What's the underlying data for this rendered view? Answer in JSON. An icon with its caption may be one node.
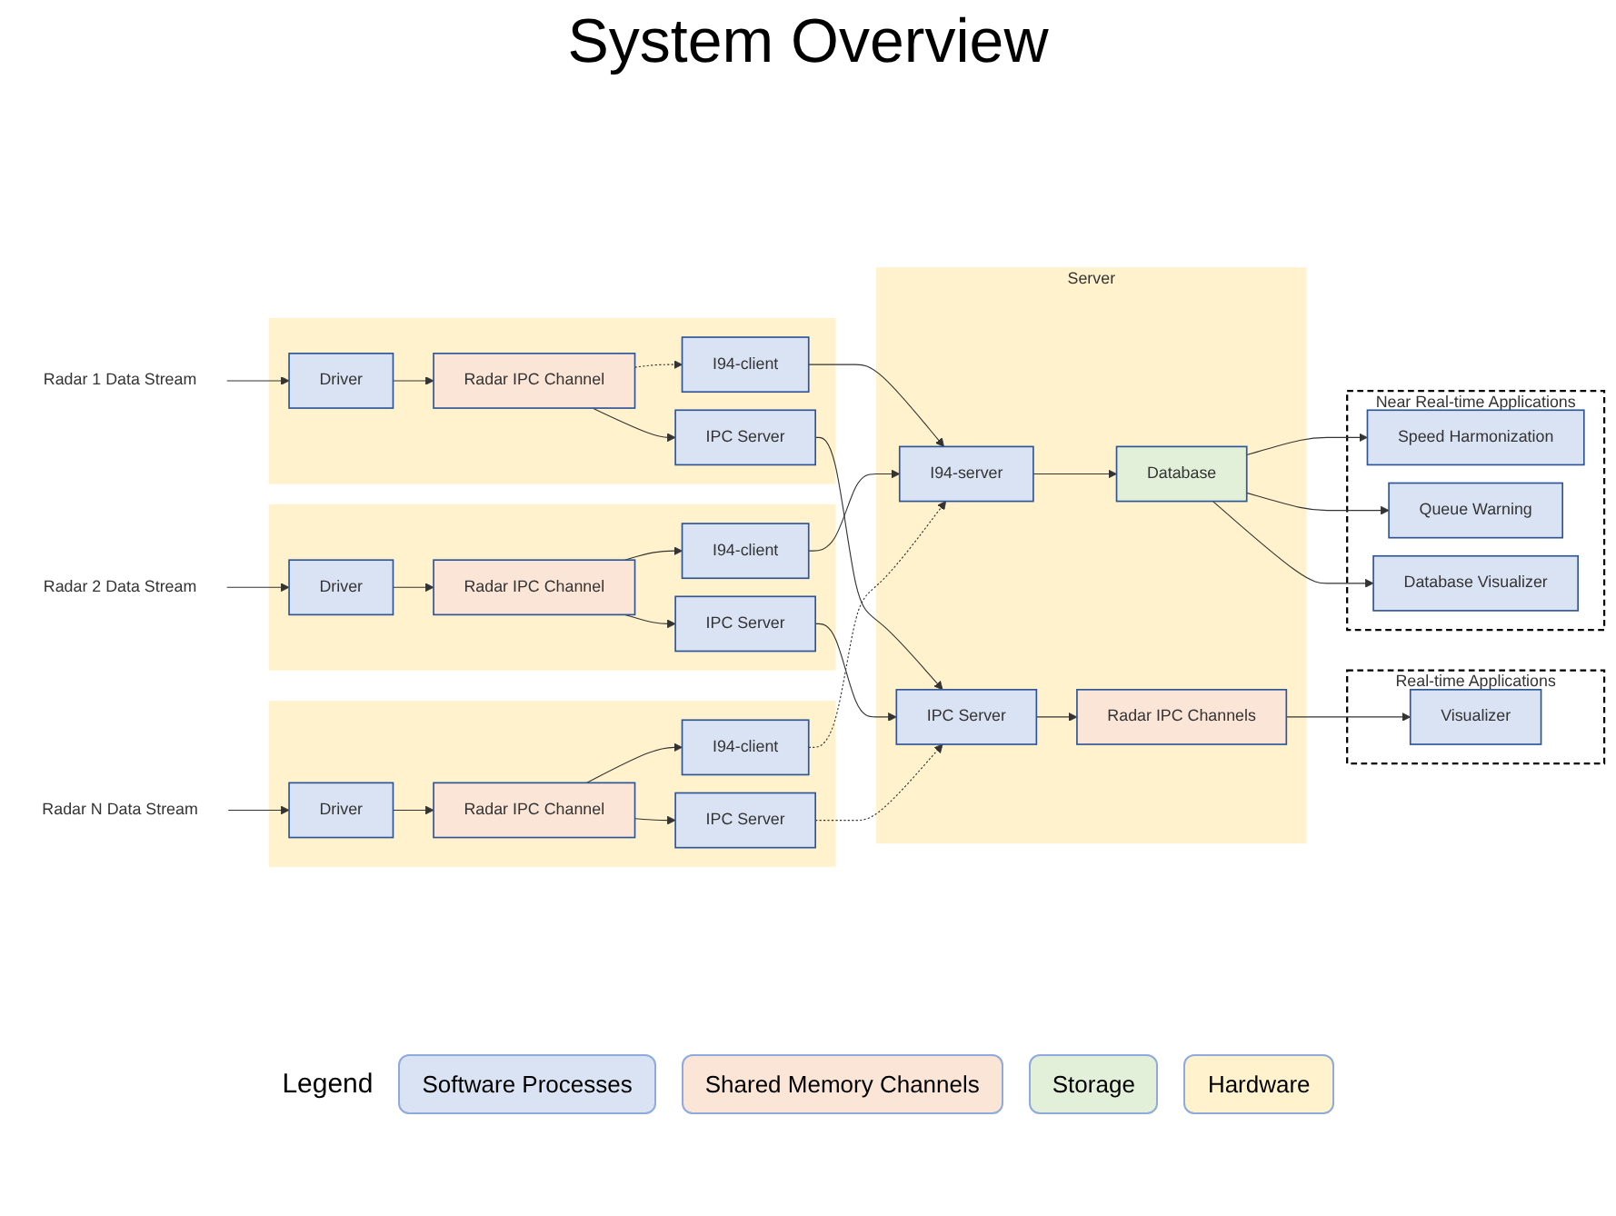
{
  "diagram": {
    "title": "System Overview",
    "nodes": [
      {
        "text": [
          "Radar 1 Data Stream"
        ]
      },
      {
        "text": [],
        "shape": "box"
      },
      {
        "text": [
          "Driver"
        ],
        "in": 1
      },
      {
        "text": [
          "Radar IPC Channel"
        ],
        "in": 1
      },
      {
        "text": [
          "IPC Server"
        ],
        "in": 1
      },
      {
        "text": [
          "I94-client"
        ],
        "in": 1
      },
      {
        "text": [
          "Radar 2 Data Stream"
        ]
      },
      {
        "text": [],
        "shape": "box"
      },
      {
        "text": [
          "Driver"
        ],
        "in": 7
      },
      {
        "text": [
          "Radar IPC Channel"
        ],
        "in": 7
      },
      {
        "text": [
          "IPC Server"
        ],
        "in": 7
      },
      {
        "text": [
          "I94-client"
        ],
        "in": 7
      },
      {
        "text": [
          "Radar N Data Stream"
        ]
      },
      {
        "text": [],
        "shape": "box"
      },
      {
        "text": [
          "Driver"
        ],
        "in": 13
      },
      {
        "text": [
          "Radar IPC Channel"
        ],
        "in": 13
      },
      {
        "text": [
          "IPC Server"
        ],
        "in": 13
      },
      {
        "text": [
          "I94-client"
        ],
        "in": 13
      },
      {
        "text": [
          "Real-time Applications"
        ]
      },
      {
        "text": [
          "Visualizer"
        ],
        "in": 18
      },
      {
        "text": [
          "Server"
        ]
      },
      {
        "text": [
          "IPC Server"
        ],
        "in": 20
      },
      {
        "text": [
          "Radar IPC Channels"
        ],
        "in": 20
      },
      {
        "text": [
          "I94-server"
        ],
        "in": 20
      },
      {
        "text": [
          "Database"
        ],
        "in": 20
      },
      {
        "text": [
          "Near Real-time Applications"
        ]
      },
      {
        "text": [
          "Speed Harmonization"
        ],
        "in": 25
      },
      {
        "text": [
          "Queue Warning"
        ],
        "in": 25
      },
      {
        "text": [
          "Database Visualizer"
        ],
        "in": 25
      }
    ],
    "edges": [
      {
        "from": 0,
        "to": 2,
        "arrow": "to"
      },
      {
        "from": 2,
        "to": 3,
        "arrow": "to"
      },
      {
        "from": 3,
        "to": 4,
        "arrow": "to"
      },
      {
        "from": 3,
        "to": 5,
        "arrow": "to",
        "style": "dashed"
      },
      {
        "from": 6,
        "to": 8,
        "arrow": "to"
      },
      {
        "from": 8,
        "to": 9,
        "arrow": "to"
      },
      {
        "from": 9,
        "to": 10,
        "arrow": "to"
      },
      {
        "from": 9,
        "to": 11,
        "arrow": "to"
      },
      {
        "from": 12,
        "to": 14,
        "arrow": "to"
      },
      {
        "from": 14,
        "to": 15,
        "arrow": "to"
      },
      {
        "from": 15,
        "to": 16,
        "arrow": "to"
      },
      {
        "from": 15,
        "to": 17,
        "arrow": "to"
      },
      {
        "from": 4,
        "to": 21,
        "arrow": "to"
      },
      {
        "from": 5,
        "to": 23,
        "arrow": "to"
      },
      {
        "from": 10,
        "to": 21,
        "arrow": "to"
      },
      {
        "from": 11,
        "to": 23,
        "arrow": "to"
      },
      {
        "from": 16,
        "to": 21,
        "arrow": "to",
        "style": "dashed"
      },
      {
        "from": 17,
        "to": 23,
        "arrow": "to",
        "style": "dashed"
      },
      {
        "from": 21,
        "to": 22,
        "arrow": "to"
      },
      {
        "from": 23,
        "to": 24,
        "arrow": "to"
      },
      {
        "from": 22,
        "to": 19,
        "arrow": "to"
      },
      {
        "from": 24,
        "to": 26,
        "arrow": "to"
      },
      {
        "from": 24,
        "to": 27,
        "arrow": "to"
      },
      {
        "from": 24,
        "to": 28,
        "arrow": "to"
      }
    ],
    "labels": [
      "Legend"
    ],
    "legend": [
      {
        "text": "Software Processes",
        "color": "#dae3f3"
      },
      {
        "text": "Shared Memory Channels",
        "color": "#fbe5d6"
      },
      {
        "text": "Storage",
        "color": "#e2f0d9"
      },
      {
        "text": "Hardware",
        "color": "#fff2cc"
      }
    ]
  }
}
